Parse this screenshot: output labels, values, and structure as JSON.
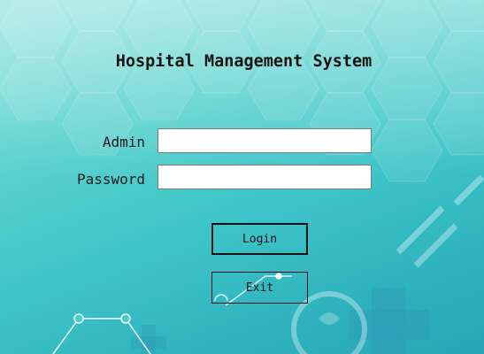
{
  "window": {
    "title": "Hospital Management System"
  },
  "form": {
    "admin_label": "Admin",
    "admin_value": "",
    "password_label": "Password",
    "password_value": ""
  },
  "buttons": {
    "login_label": "Login",
    "exit_label": "Exit"
  },
  "background": {
    "watermark_icon": "png-watermark-icon",
    "medical_cross_icon": "medical-cross-icon",
    "network_icon": "network-nodes-icon"
  },
  "colors": {
    "teal_dark": "#2aa6b6",
    "teal_light": "#8fe3dc",
    "text": "#141414"
  }
}
